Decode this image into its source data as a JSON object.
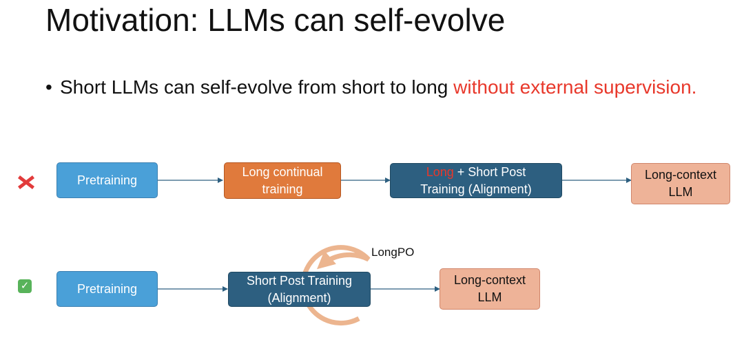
{
  "slide": {
    "title": "Motivation: LLMs can self-evolve",
    "bullet": {
      "marker": "•",
      "text_plain": "Short LLMs can self-evolve from short to long ",
      "text_highlight": "without external supervision."
    }
  },
  "row1": {
    "status_icon": "cross-mark-icon",
    "boxes": [
      {
        "line1": "Pretraining",
        "line2": ""
      },
      {
        "line1": "Long continual",
        "line2": "training"
      },
      {
        "line1_highlight": "Long",
        "line1_rest": " + Short Post",
        "line2": "Training (Alignment)"
      },
      {
        "line1": "Long-context",
        "line2": "LLM"
      }
    ]
  },
  "row2": {
    "status_icon": "check-mark-icon",
    "check_glyph": "✓",
    "loop_label": "LongPO",
    "boxes": [
      {
        "line1": "Pretraining",
        "line2": ""
      },
      {
        "line1": "Short Post Training",
        "line2": "(Alignment)"
      },
      {
        "line1": "Long-context",
        "line2": "LLM"
      }
    ]
  },
  "colors": {
    "blue_box": "#4aa0d8",
    "orange_box": "#e07a3c",
    "navy_box": "#2d5f80",
    "peach_box": "#eeb398",
    "loop_arrow": "#ecb58f",
    "highlight_red": "#e8382b",
    "connector": "#2d5f80"
  }
}
